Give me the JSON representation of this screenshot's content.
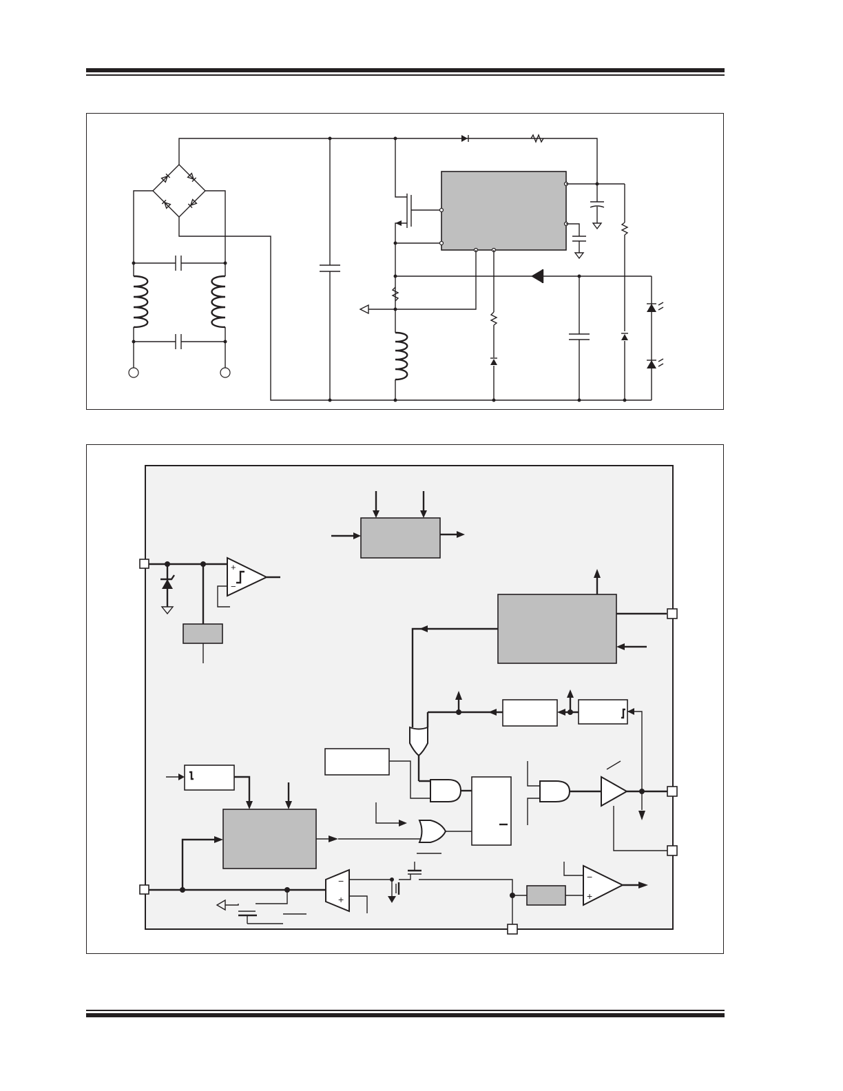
{
  "page": {
    "header_rule": "double",
    "footer_rule": "double"
  },
  "figure_top": {
    "panel": "application-circuit",
    "components": [
      "bridge-rectifier",
      "input-capacitors",
      "input-inductors",
      "bulk-capacitor",
      "mosfet",
      "controller-ic",
      "diodes",
      "resistors",
      "inductor",
      "led-string"
    ]
  },
  "figure_bottom": {
    "panel": "functional-block-diagram",
    "blocks": [
      "regulator-block",
      "top-control-block",
      "logic-block",
      "buffer-block",
      "schmitt-block",
      "timer-block",
      "oscillator-block",
      "pwm-block",
      "latch-block",
      "sense-block"
    ]
  },
  "colors": {
    "ink": "#231f20",
    "block_fill": "#bfbfbf",
    "diagram_bg": "#f2f2f2"
  }
}
